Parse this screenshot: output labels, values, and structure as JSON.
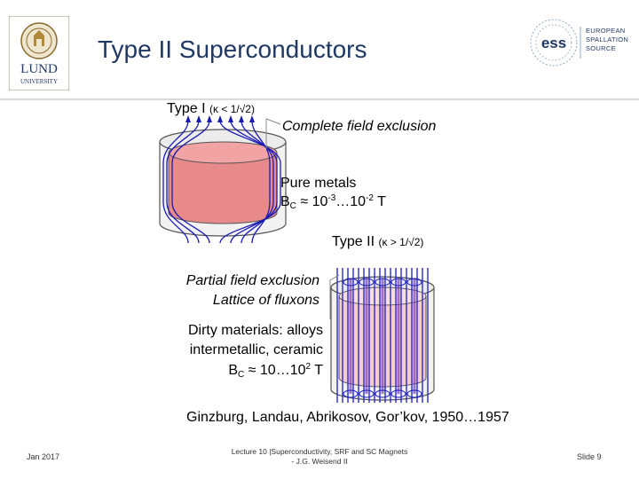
{
  "header": {
    "title": "Type II Superconductors",
    "left_logo": {
      "name": "Lund University",
      "line1": "LUND",
      "line2": "UNIVERSITY"
    },
    "right_logo": {
      "mark": "ess",
      "text_lines": [
        "EUROPEAN",
        "SPALLATION",
        "SOURCE"
      ]
    }
  },
  "slide": {
    "type1_label": "Type I",
    "type1_cond": "(κ < 1/√2)",
    "type1_desc": "Complete field exclusion",
    "type1_material": "Pure metals",
    "type1_bc_base": "B",
    "type1_bc_sub": "C",
    "type1_bc_pre": " ≈ 10",
    "type1_bc_exp1": "-3",
    "type1_bc_mid": "…10",
    "type1_bc_exp2": "-2",
    "type1_bc_unit": " T",
    "type2_label": "Type II",
    "type2_cond": "(κ > 1/√2)",
    "type2_desc_line1": "Partial field exclusion",
    "type2_desc_line2": "Lattice of fluxons",
    "type2_material_line1": "Dirty materials: alloys",
    "type2_material_line2": "intermetallic, ceramic",
    "type2_bc_base": "B",
    "type2_bc_sub": "C",
    "type2_bc_pre": " ≈ 10…10",
    "type2_bc_exp": "2",
    "type2_bc_unit": " T",
    "credits": "Ginzburg, Landau, Abrikosov, Gor’kov, 1950…1957"
  },
  "footer": {
    "date": "Jan 2017",
    "center_line1": "Lecture 10  |Superconductivity, SRF and SC Magnets",
    "center_line2": "- J.G. Weisend II",
    "slide_number": "Slide 9"
  },
  "colors": {
    "title": "#1f3864",
    "field_lines": "#1a1ab4",
    "type1_core": "#e98a8a",
    "type2_core": "#f7cccc",
    "cylinder_outline": "#555555"
  }
}
